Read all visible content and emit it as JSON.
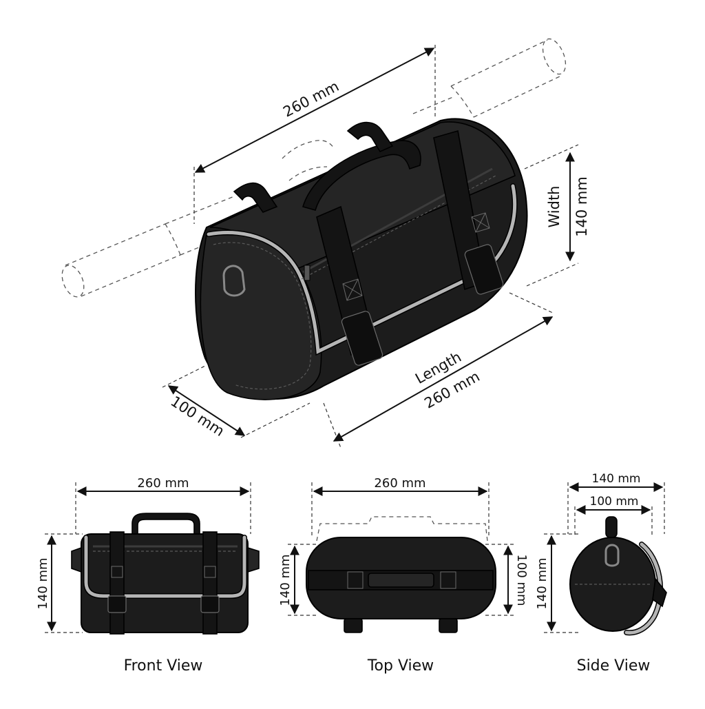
{
  "main_view": {
    "top_length_label": "260 mm",
    "width_label": "Width",
    "width_value": "140 mm",
    "length_label": "Length",
    "length_value": "260 mm",
    "depth_label": "100 mm"
  },
  "front_view": {
    "caption": "Front View",
    "width_label": "260 mm",
    "height_label": "140 mm"
  },
  "top_view": {
    "caption": "Top View",
    "width_label": "260 mm",
    "height_label_left": "140 mm",
    "height_label_right": "100 mm"
  },
  "side_view": {
    "caption": "Side View",
    "outer_width_label": "140 mm",
    "inner_width_label": "100 mm",
    "height_label": "140 mm"
  },
  "colors": {
    "bag": "#1c1c1c",
    "reflective_trim": "#b5b5b5",
    "line": "#111111"
  }
}
